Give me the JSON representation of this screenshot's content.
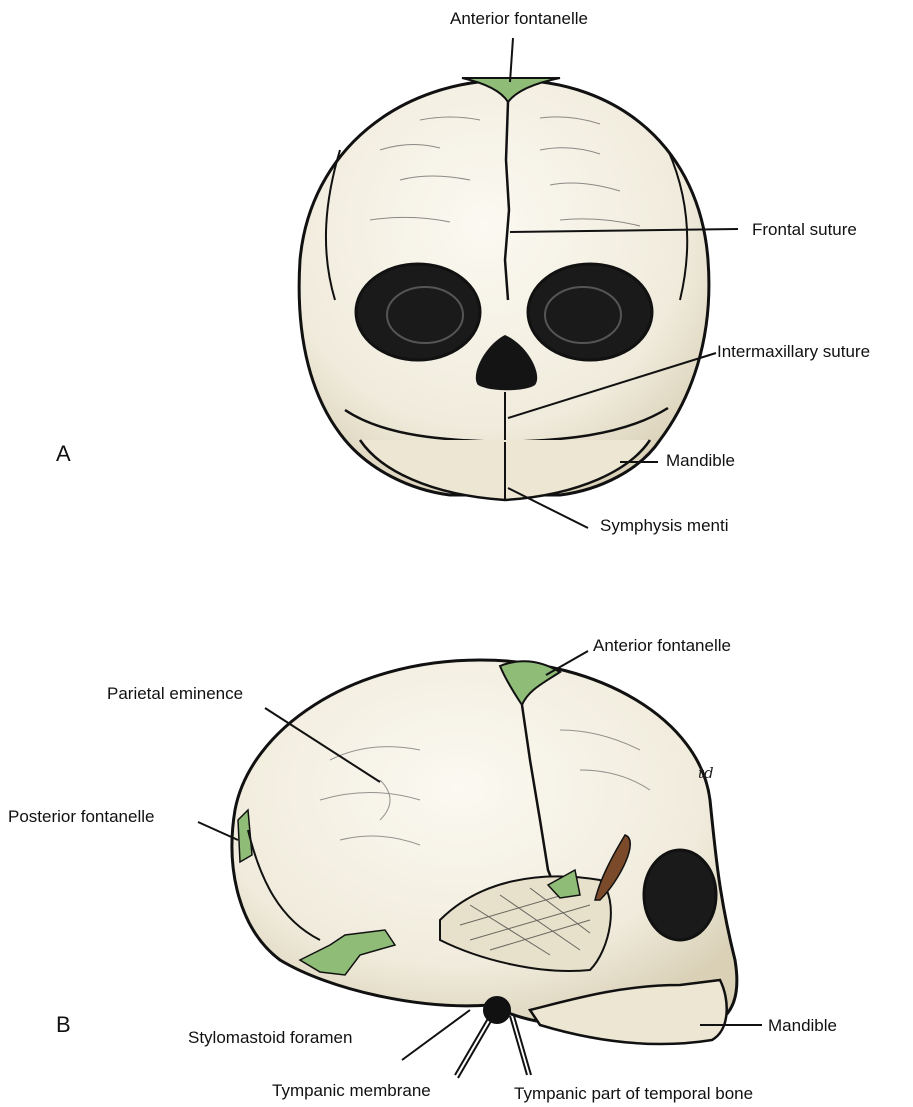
{
  "panels": [
    {
      "letter": "A",
      "labels": [
        {
          "text": "Anterior fontanelle"
        },
        {
          "text": "Frontal suture"
        },
        {
          "text": "Intermaxillary suture"
        },
        {
          "text": "Mandible"
        },
        {
          "text": "Symphysis menti"
        }
      ]
    },
    {
      "letter": "B",
      "labels": [
        {
          "text": "Anterior fontanelle"
        },
        {
          "text": "Parietal eminence"
        },
        {
          "text": "Posterior fontanelle"
        },
        {
          "text": "Stylomastoid foramen"
        },
        {
          "text": "Tympanic membrane"
        },
        {
          "text": "Tympanic part of temporal bone"
        },
        {
          "text": "Mandible"
        }
      ]
    }
  ],
  "signature": "td",
  "colors": {
    "bone": "#f3efe2",
    "bone_shade": "#e3dcc6",
    "fontanelle": "#8fbd78",
    "outline": "#111111",
    "hole": "#141414"
  }
}
